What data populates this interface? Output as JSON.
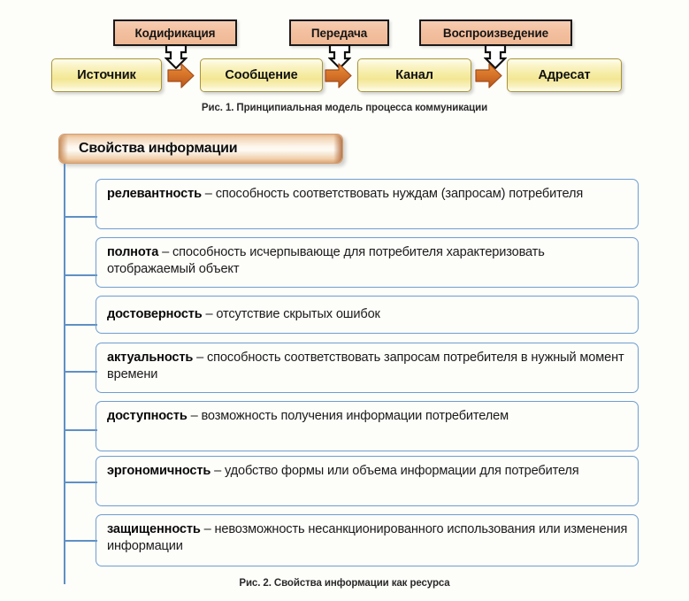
{
  "figure1": {
    "caption": "Рис. 1. Принципиальная модель процесса коммуникации",
    "process_labels": [
      "Кодификация",
      "Передача",
      "Воспроизведение"
    ],
    "stages": [
      "Источник",
      "Сообщение",
      "Канал",
      "Адресат"
    ],
    "arrow_icons": [
      "down-arrow-icon",
      "right-arrow-icon"
    ],
    "colors": {
      "process_box_fill": "#f3c0a0",
      "process_box_border": "#1a1a1a",
      "stage_box_fill": "#f3e694",
      "stage_box_border": "#a89538",
      "right_arrow_fill": "#d9772b"
    }
  },
  "figure2": {
    "caption": "Рис. 2. Свойства информации как ресурса",
    "header": "Свойства информации",
    "colors": {
      "header_fill": "#f0cfab",
      "header_border": "#cf9f74",
      "item_border": "#6f9ed0",
      "connector_line": "#5f90c4"
    },
    "properties": [
      {
        "term": "релевантность",
        "dash": " – ",
        "definition": "способность соответствовать нуждам (запросам) потребителя"
      },
      {
        "term": "полнота",
        "dash": " – ",
        "definition": "способность исчерпывающе для потребителя характеризовать отображаемый объект"
      },
      {
        "term": "достоверность",
        "dash": " – ",
        "definition": "отсутствие скрытых ошибок"
      },
      {
        "term": "актуальность",
        "dash": " – ",
        "definition": "способность соответствовать запросам потребителя в нужный момент времени"
      },
      {
        "term": "доступность",
        "dash": " – ",
        "definition": "возможность получения информации потребителем"
      },
      {
        "term": "эргономичность",
        "dash": " – ",
        "definition": " удобство формы или объема информации для потребителя"
      },
      {
        "term": "защищенность",
        "dash": " – ",
        "definition": "невозможность несанкционированного использования или изменения информации"
      }
    ]
  }
}
